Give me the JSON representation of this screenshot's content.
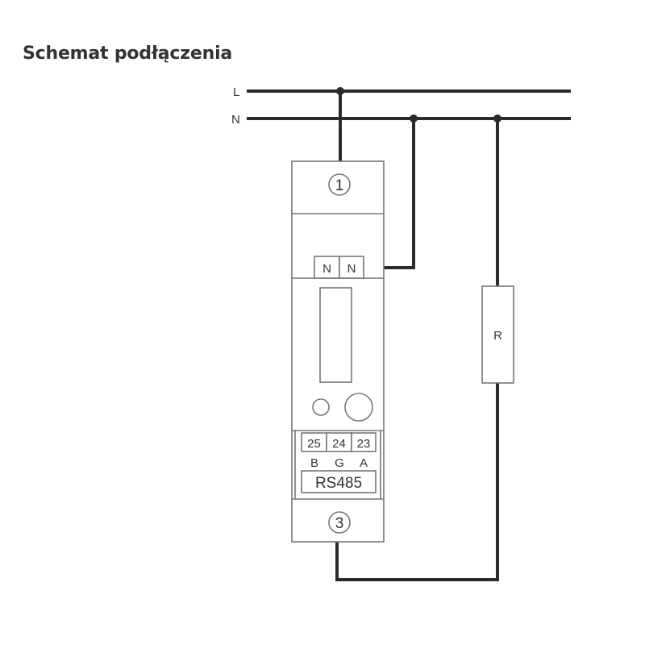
{
  "title": "Schemat podłączenia",
  "bus": {
    "line_label": "L",
    "neutral_label": "N"
  },
  "meter": {
    "terminal_top": "1",
    "terminal_bottom": "3",
    "neutral_terminals": [
      "N",
      "N"
    ],
    "rs485_terminals": [
      "25",
      "24",
      "23"
    ],
    "rs485_signals": [
      "B",
      "G",
      "A"
    ],
    "rs485_label": "RS485"
  },
  "load": {
    "label": "R"
  },
  "colors": {
    "wire": "#2b2b2b",
    "outline": "#777777",
    "text": "#333333",
    "background": "#ffffff"
  }
}
